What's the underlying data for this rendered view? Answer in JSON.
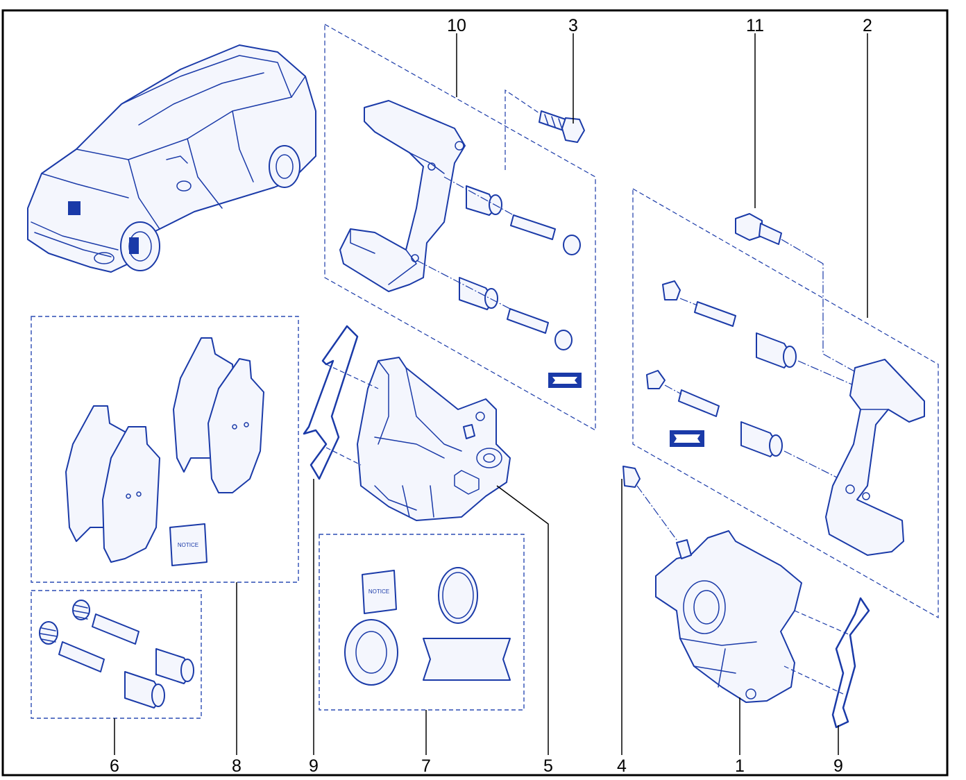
{
  "labels": {
    "l10": "10",
    "l3": "3",
    "l11": "11",
    "l2": "2",
    "l6": "6",
    "l8": "8",
    "l9a": "9",
    "l7": "7",
    "l5": "5",
    "l4": "4",
    "l1": "1",
    "l9b": "9"
  },
  "notices": {
    "pads_kit": "NOTICE",
    "repair_kit": "NOTICE"
  },
  "colors": {
    "line": "#1a3aa8",
    "frame": "#000000"
  }
}
